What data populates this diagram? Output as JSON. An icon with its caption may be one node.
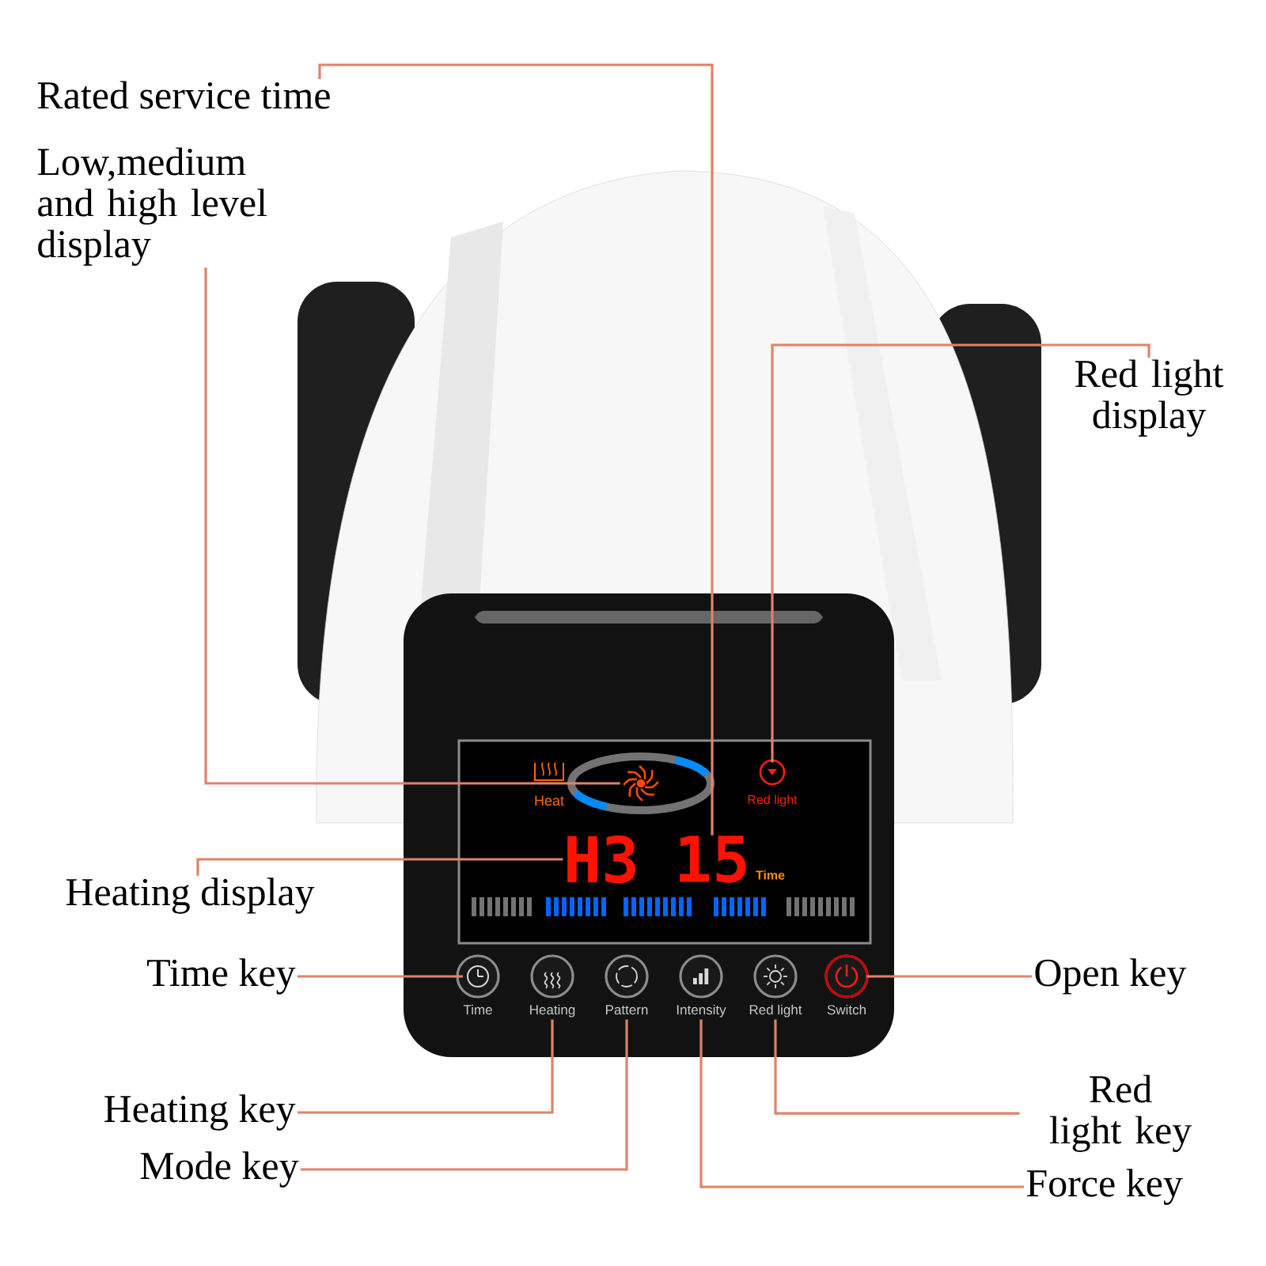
{
  "diagram": {
    "nodes": [
      {
        "text": [
          "Rated service time"
        ]
      },
      {
        "text": [
          "Low,medium and high level display"
        ]
      },
      {
        "text": [
          "Red light display"
        ]
      },
      {
        "text": [
          "Heating display"
        ]
      },
      {
        "text": [
          "Time key"
        ]
      },
      {
        "text": [
          "Open key"
        ]
      },
      {
        "text": [
          "Red light key"
        ]
      },
      {
        "text": [
          "Heating key"
        ]
      },
      {
        "text": [
          "Mode key"
        ]
      },
      {
        "text": [
          "Force key"
        ]
      },
      {
        "text": [],
        "shape": "picture"
      },
      {
        "text": [
          "Red light"
        ]
      },
      {
        "text": [
          "H3"
        ]
      },
      {
        "text": [
          "15"
        ],
        "beside": [
          "Time"
        ]
      },
      {
        "text": [
          "Time"
        ]
      },
      {
        "text": [
          "Heating"
        ]
      },
      {
        "text": [
          "Pattern"
        ]
      },
      {
        "text": [
          "Intensity"
        ]
      },
      {
        "text": [
          "Red light"
        ]
      },
      {
        "text": [
          "Switch"
        ]
      }
    ],
    "edges": [
      {
        "from": 0,
        "to": 13,
        "arrow": "none"
      },
      {
        "from": 1,
        "to": 10,
        "arrow": "none"
      },
      {
        "from": 2,
        "to": 11,
        "arrow": "none"
      },
      {
        "from": 3,
        "to": 12,
        "arrow": "none"
      },
      {
        "from": 4,
        "to": 14,
        "arrow": "none"
      },
      {
        "from": 5,
        "to": 19,
        "arrow": "none"
      },
      {
        "from": 6,
        "to": 18,
        "arrow": "none"
      },
      {
        "from": 7,
        "to": 15,
        "arrow": "none"
      },
      {
        "from": 8,
        "to": 16,
        "arrow": "none"
      },
      {
        "from": 9,
        "to": 17,
        "arrow": "none"
      }
    ],
    "labels": [
      "Heat"
    ]
  }
}
